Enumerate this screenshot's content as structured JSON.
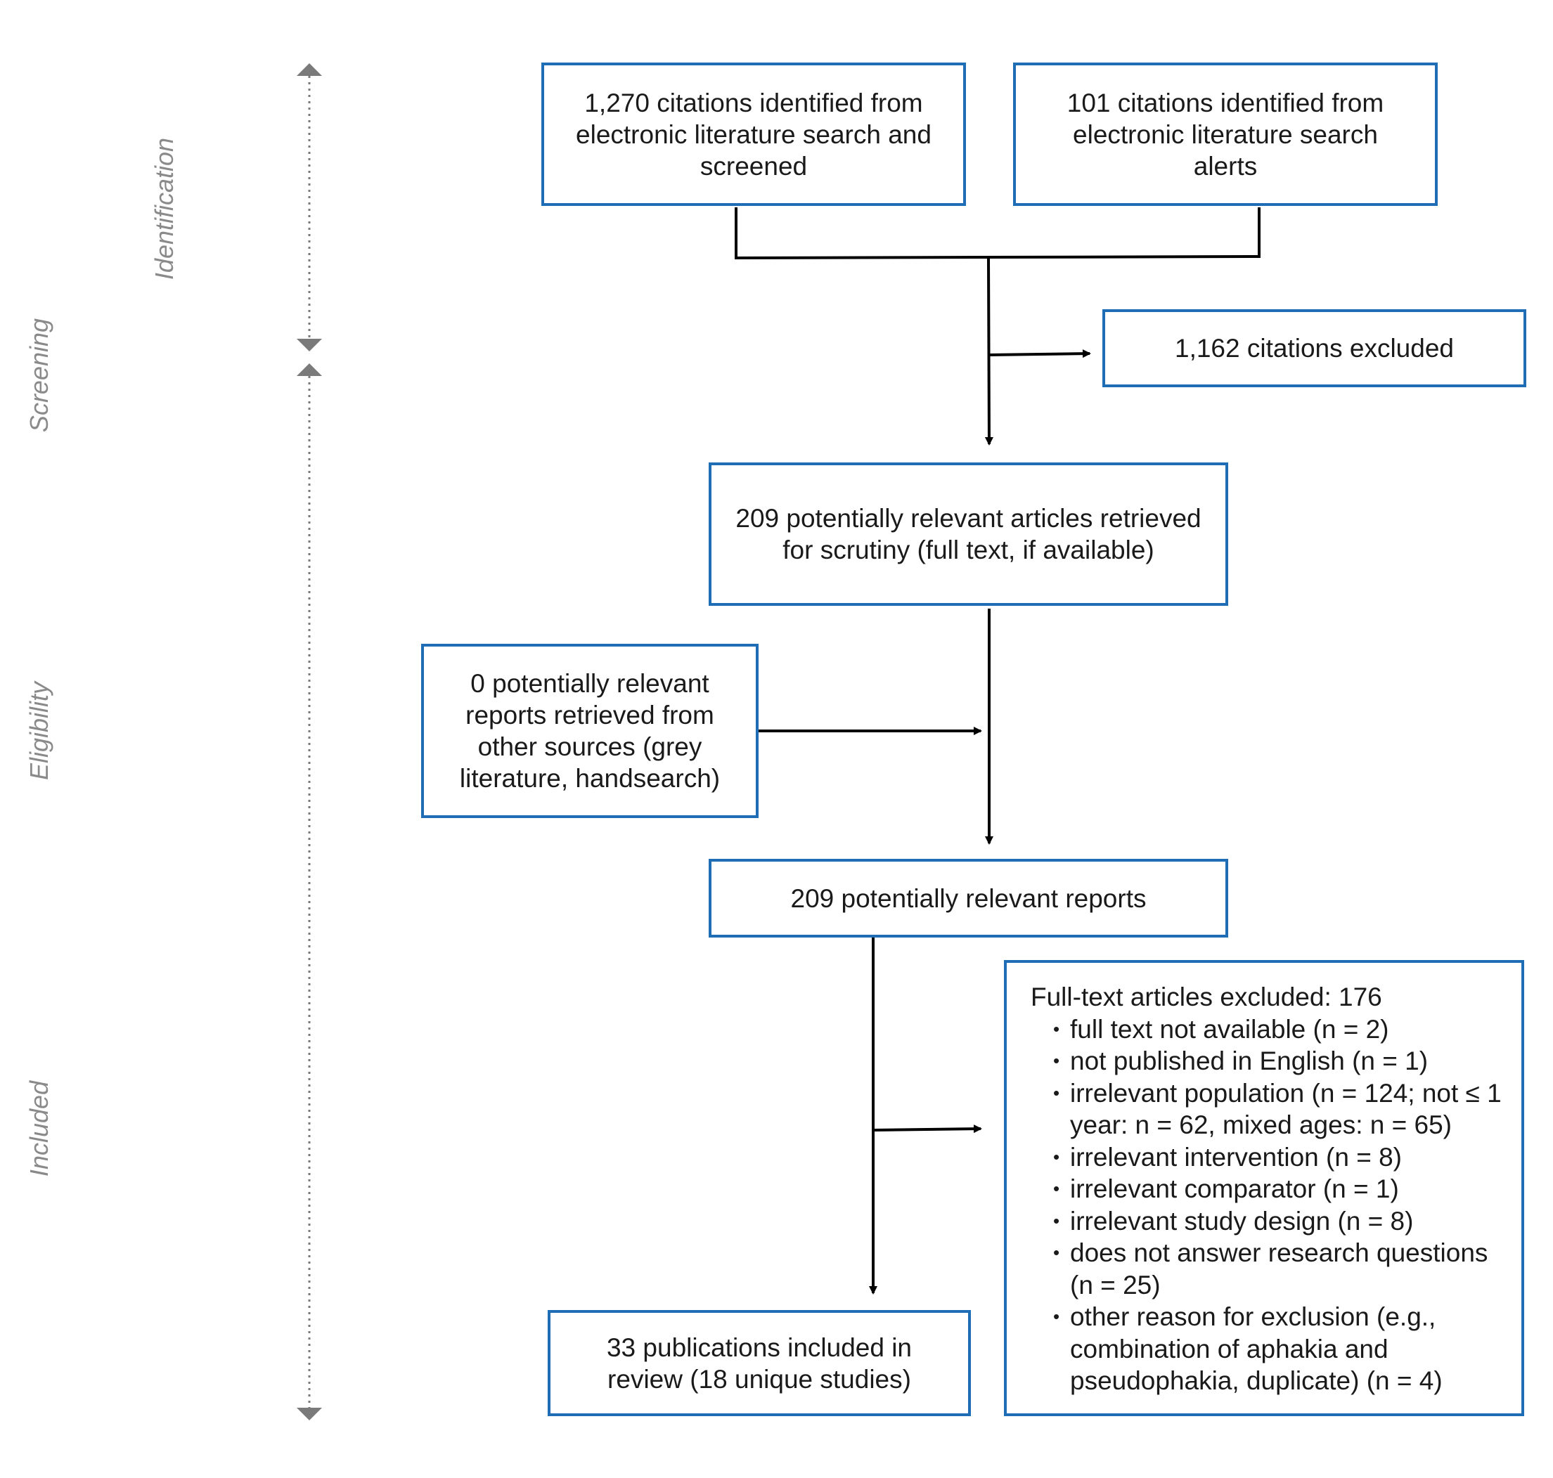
{
  "phases": {
    "identification": "Identification",
    "screening": "Screening",
    "eligibility": "Eligibility",
    "included": "Included"
  },
  "boxes": {
    "citations_search": "1,270 citations identified from electronic literature search and screened",
    "citations_alerts": "101 citations identified from electronic literature search alerts",
    "citations_excluded": "1,162 citations excluded",
    "retrieved_articles": "209 potentially relevant articles retrieved for scrutiny (full text, if available)",
    "other_sources": "0 potentially relevant reports retrieved from other sources (grey literature, handsearch)",
    "relevant_reports": "209 potentially relevant reports",
    "included_publications": "33 publications included in review (18 unique studies)"
  },
  "fulltext_excluded": {
    "heading": "Full-text articles excluded: 176",
    "reasons": [
      "full text not available (n = 2)",
      "not published in English (n = 1)",
      "irrelevant population (n = 124; not ≤ 1 year: n = 62, mixed ages: n = 65)",
      "irrelevant intervention (n = 8)",
      "irrelevant comparator (n = 1)",
      "irrelevant study design (n = 8)",
      "does not answer research questions (n = 25)",
      "other reason for exclusion (e.g., combination of aphakia and pseudophakia, duplicate) (n = 4)"
    ]
  },
  "colors": {
    "box_border": "#1f6db5",
    "arrow": "#000000",
    "phase_text": "#8a8a8a",
    "phase_axis": "#7a7a7a"
  }
}
